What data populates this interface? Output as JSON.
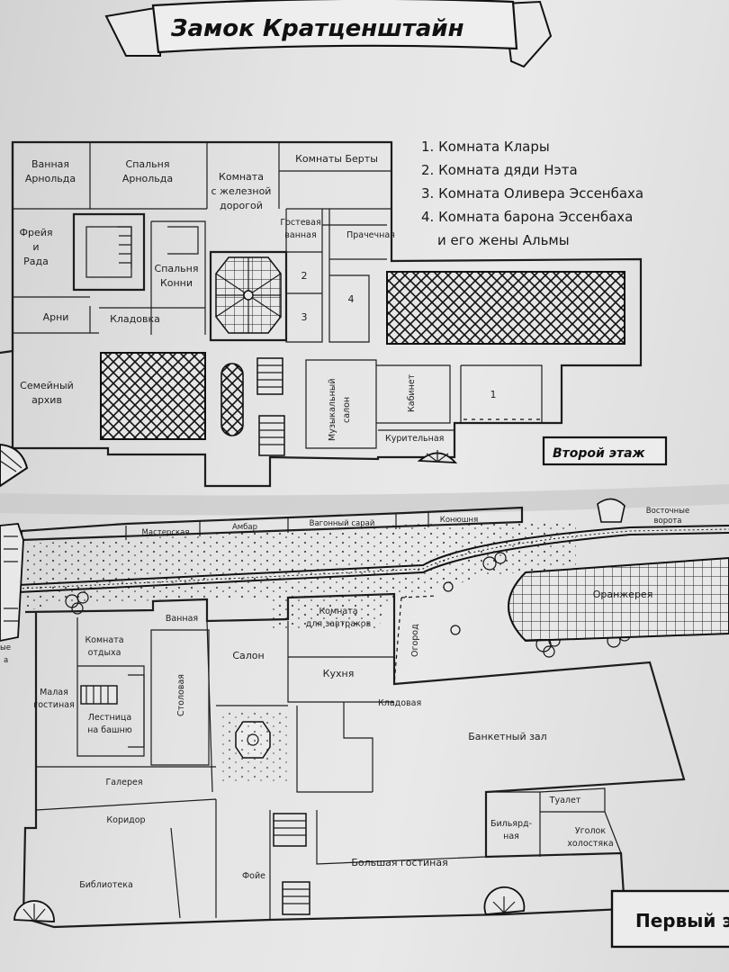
{
  "title": "Замок Кратценштайн",
  "legend": [
    "1. Комната Клары",
    "2. Комната дяди Нэта",
    "3. Комната Оливера Эссенбаха",
    "4. Комната барона Эссенбаха",
    "и его жены Альмы"
  ],
  "second_floor": {
    "label": "Второй этаж",
    "rooms": {
      "bath_arnold_1": "Ванная",
      "bath_arnold_2": "Арнольда",
      "bed_arnold_1": "Спальня",
      "bed_arnold_2": "Арнольда",
      "railroad_1": "Комната",
      "railroad_2": "с железной",
      "railroad_3": "дорогой",
      "berta": "Комнаты Берты",
      "freya_1": "Фрейя",
      "freya_2": "и",
      "freya_3": "Рада",
      "guest_bath_1": "Гостевая",
      "guest_bath_2": "ванная",
      "laundry": "Прачечная",
      "bed_konni_1": "Спальня",
      "bed_konni_2": "Конни",
      "arni": "Арни",
      "pantry": "Кладовка",
      "archive_1": "Семейный",
      "archive_2": "архив",
      "music_1": "Музыкальный",
      "music_2": "салон",
      "study": "Кабинет",
      "smoking": "Курительная",
      "num_1": "1",
      "num_2": "2",
      "num_3": "3",
      "num_4": "4"
    }
  },
  "first_floor": {
    "label": "Первый э",
    "rooms": {
      "workshop": "Мастерская",
      "barn": "Амбар",
      "carriage": "Вагонный сарай",
      "stable": "Конюшня",
      "east_gate_1": "Восточные",
      "east_gate_2": "ворота",
      "greenhouse": "Оранжерея",
      "garden": "Огород",
      "bathroom": "Ванная",
      "rest_1": "Комната",
      "rest_2": "отдыха",
      "salon": "Салон",
      "breakfast_1": "Комната",
      "breakfast_2": "для завтраков",
      "small_living_1": "Малая",
      "small_living_2": "гостиная",
      "dining": "Столовая",
      "kitchen": "Кухня",
      "storeroom": "Кладовая",
      "tower_1": "Лестница",
      "tower_2": "на башню",
      "banquet": "Банкетный зал",
      "gallery": "Галерея",
      "corridor": "Коридор",
      "toilet": "Туалет",
      "billiard_1": "Бильярд-",
      "billiard_2": "ная",
      "bachelor_1": "Уголок",
      "bachelor_2": "холостяка",
      "library": "Библиотека",
      "foyer": "Фойе",
      "great_living": "Большая гостиная",
      "edge_1": "ые",
      "edge_2": "а"
    }
  }
}
